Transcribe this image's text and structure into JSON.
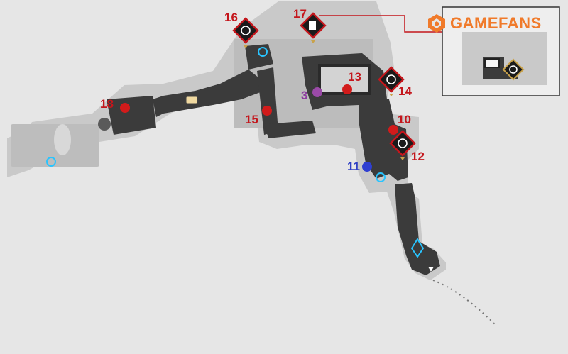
{
  "brand": {
    "name": "GAMEFANS",
    "logo_icon": "gamefans-logo-icon",
    "color": "#f07a2a"
  },
  "colors": {
    "background": "#e6e6e6",
    "floor": "#3b3b3b",
    "wall": "#c9c9c9",
    "accent_red": "#d21b1b",
    "accent_purple": "#9b4aa8",
    "accent_blue": "#2f3fd1",
    "marker_bg": "#1b1b1b",
    "marker_border": "#c4161c"
  },
  "markers": {
    "n18": "18",
    "n16": "16",
    "n17": "17",
    "n13": "13",
    "n3": "3",
    "n14": "14",
    "n15": "15",
    "n10": "10",
    "n12": "12",
    "n11": "11"
  },
  "icons": [
    "crafting-table-icon",
    "treasure-chest-icon",
    "door-icon",
    "space-anchor-icon",
    "teleporter-icon",
    "locked-gate-icon",
    "exit-arrow-icon"
  ]
}
